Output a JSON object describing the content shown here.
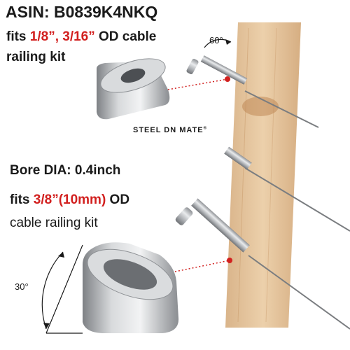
{
  "header": {
    "asin": "ASIN: B0839K4NKQ"
  },
  "spec_small": {
    "fits_prefix": "fits ",
    "sizes": "1/8”, 3/16”",
    "od_suffix": " OD cable",
    "kit_line": "railing kit",
    "angle": "60°"
  },
  "brand": {
    "name": "STEEL DN MATE",
    "mark": "®"
  },
  "spec_large": {
    "bore": "Bore DIA: 0.4inch",
    "fits_prefix": "fits ",
    "size": "3/8”(10mm)",
    "od_suffix": " OD",
    "kit_line": "cable railing kit",
    "angle": "30°"
  },
  "colors": {
    "accent_red": "#d2201f",
    "text": "#1a1a1a",
    "wood": "#e3c29a",
    "steel": "#b9bcbf"
  }
}
